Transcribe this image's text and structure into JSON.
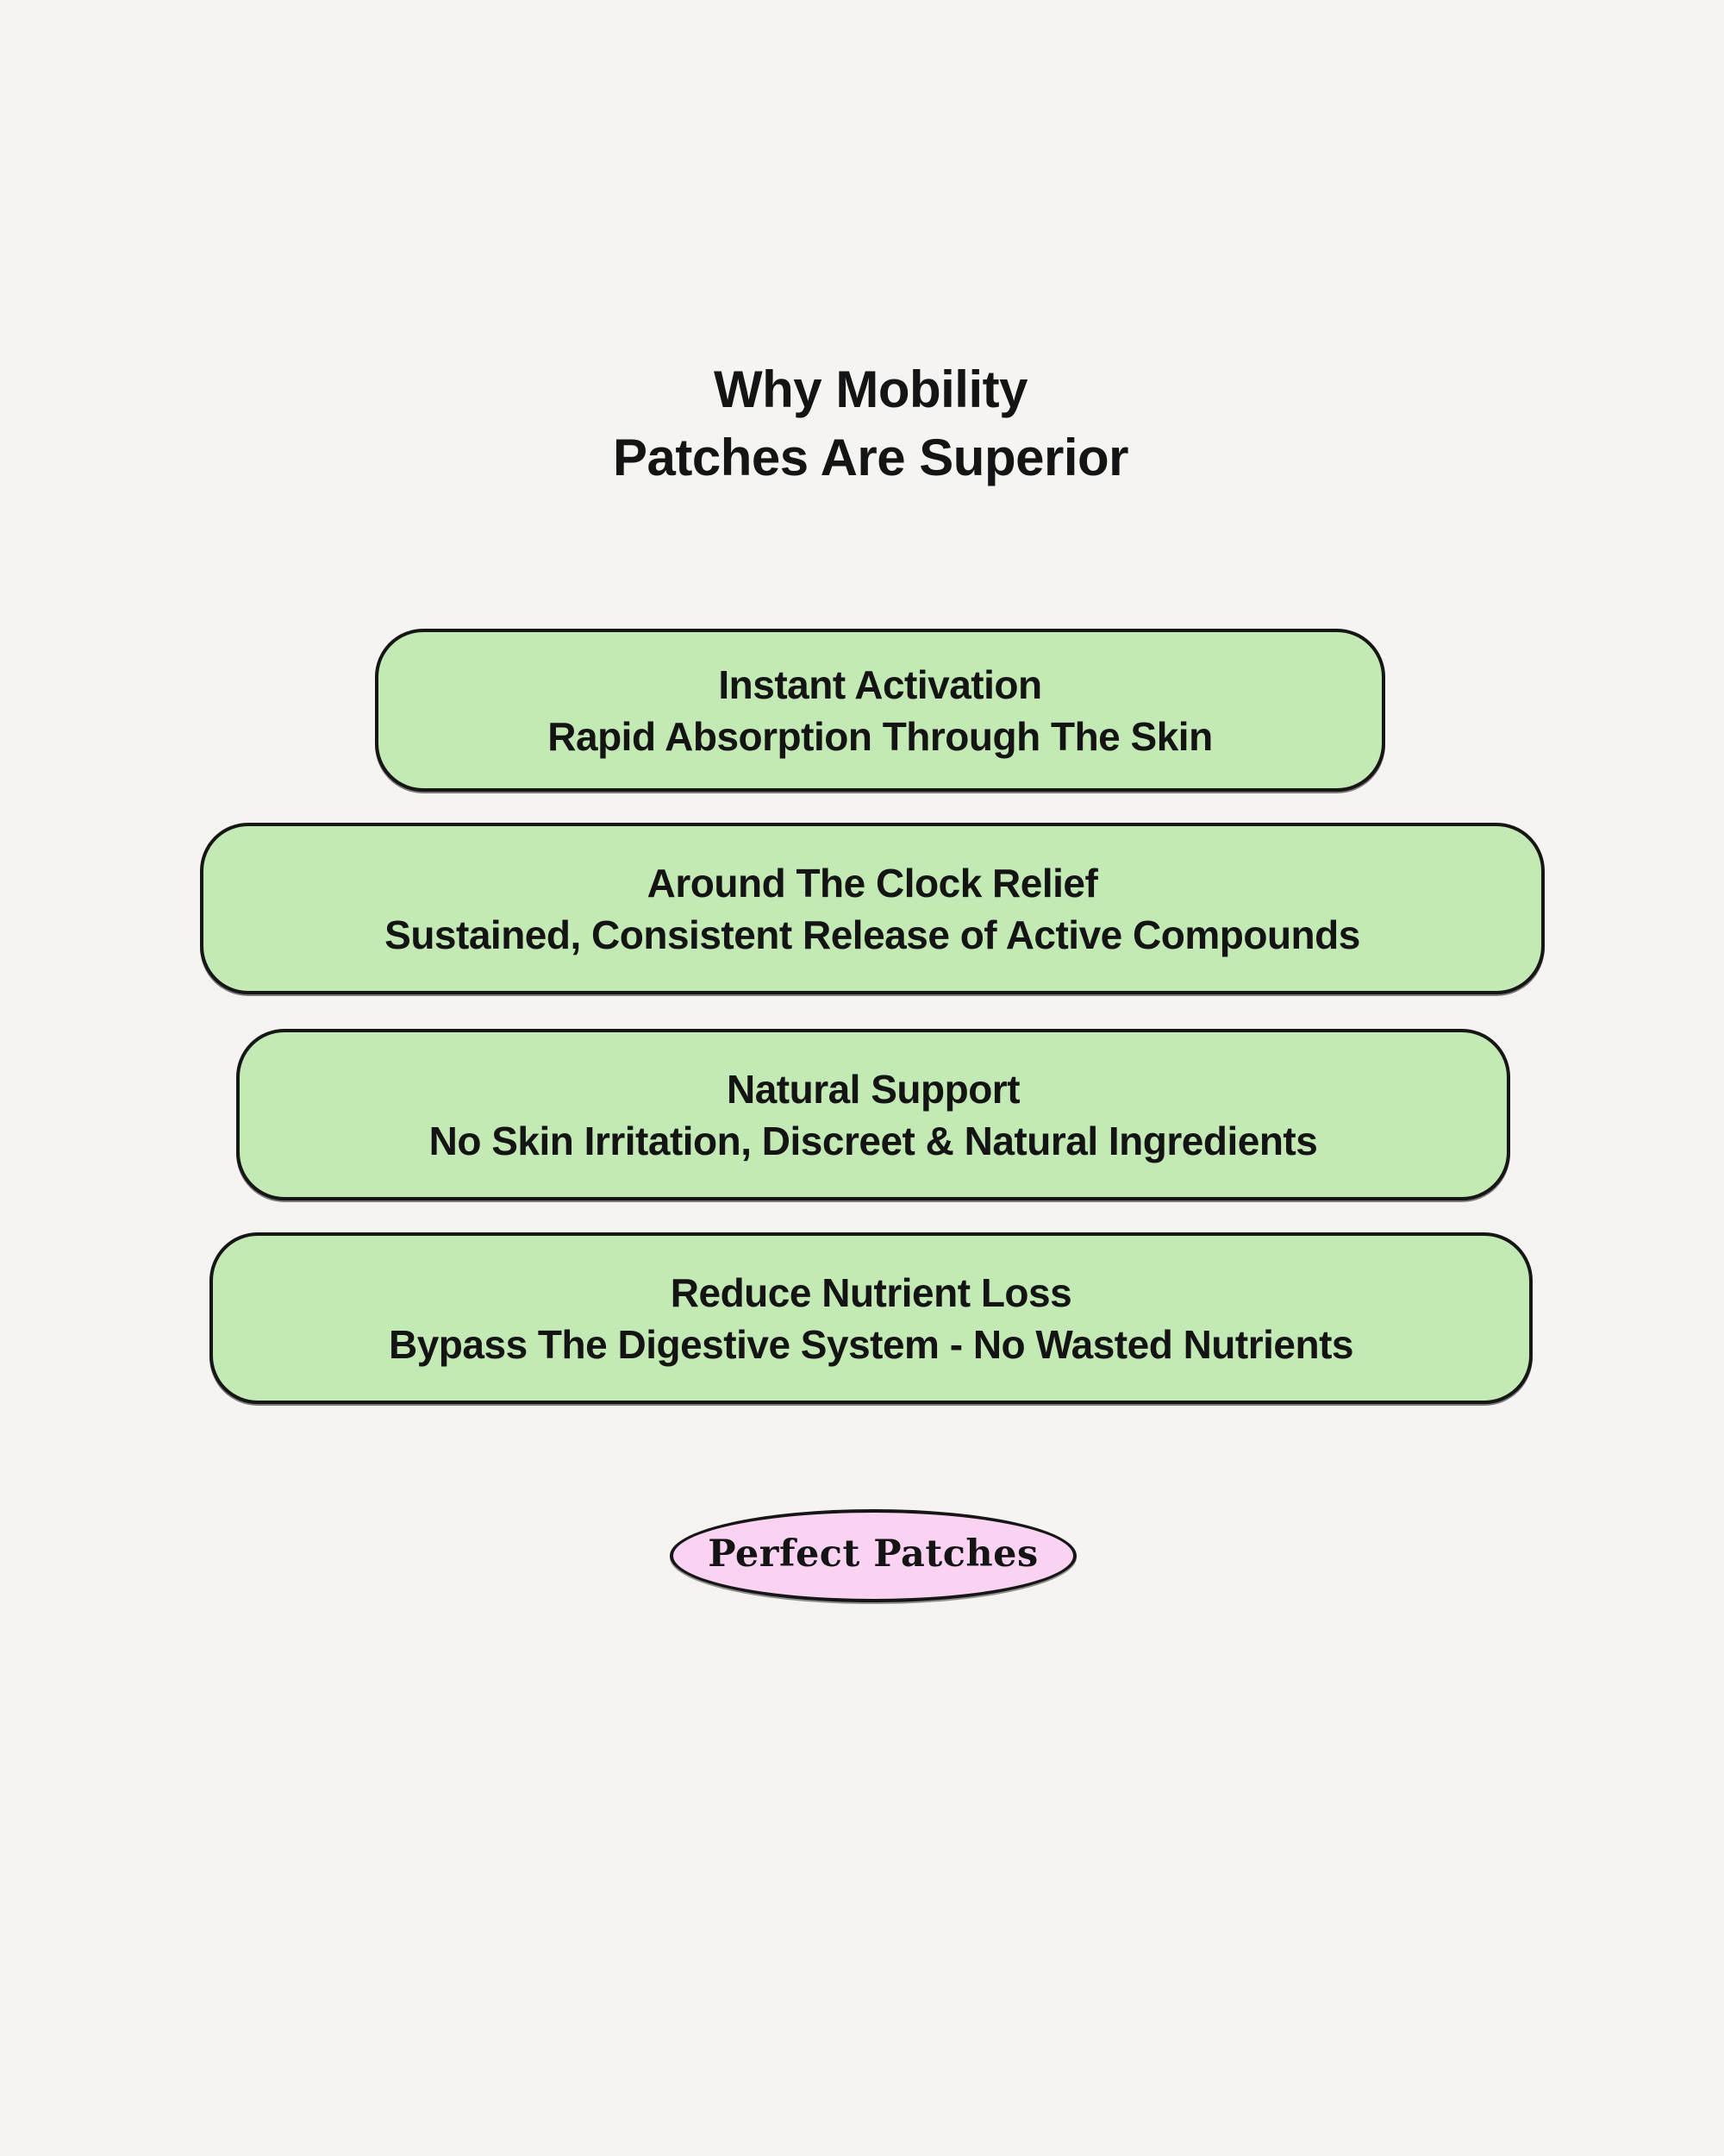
{
  "page": {
    "title_line1": "Why Mobility",
    "title_line2": "Patches Are Superior"
  },
  "benefits": [
    {
      "heading": "Instant Activation",
      "detail": "Rapid Absorption Through The Skin"
    },
    {
      "heading": "Around The Clock Relief",
      "detail": "Sustained, Consistent Release of Active Compounds"
    },
    {
      "heading": "Natural Support",
      "detail": "No Skin Irritation, Discreet & Natural Ingredients"
    },
    {
      "heading": "Reduce Nutrient Loss",
      "detail": "Bypass The Digestive System - No Wasted Nutrients"
    }
  ],
  "brand_badge": {
    "label": "Perfect Patches"
  },
  "colors": {
    "background": "#F5F4F1",
    "benefit_card_fill": "#C3E9B4",
    "badge_fill": "#FAD3F2",
    "outline": "#161616",
    "text": "#141414"
  }
}
